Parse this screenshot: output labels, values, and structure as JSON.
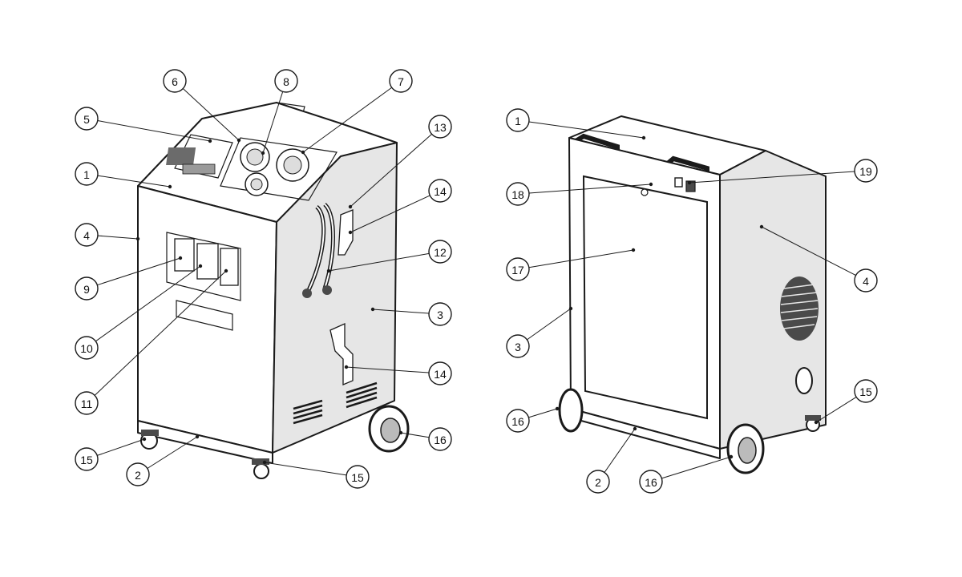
{
  "diagram": {
    "callouts_front": [
      {
        "label": "1"
      },
      {
        "label": "5"
      },
      {
        "label": "6"
      },
      {
        "label": "8"
      },
      {
        "label": "7"
      },
      {
        "label": "13"
      },
      {
        "label": "14"
      },
      {
        "label": "12"
      },
      {
        "label": "3"
      },
      {
        "label": "14"
      },
      {
        "label": "4"
      },
      {
        "label": "9"
      },
      {
        "label": "10"
      },
      {
        "label": "11"
      },
      {
        "label": "16"
      },
      {
        "label": "15"
      },
      {
        "label": "2"
      },
      {
        "label": "15"
      }
    ],
    "callouts_rear": [
      {
        "label": "1"
      },
      {
        "label": "19"
      },
      {
        "label": "18"
      },
      {
        "label": "17"
      },
      {
        "label": "4"
      },
      {
        "label": "3"
      },
      {
        "label": "15"
      },
      {
        "label": "16"
      },
      {
        "label": "2"
      },
      {
        "label": "16"
      }
    ]
  }
}
